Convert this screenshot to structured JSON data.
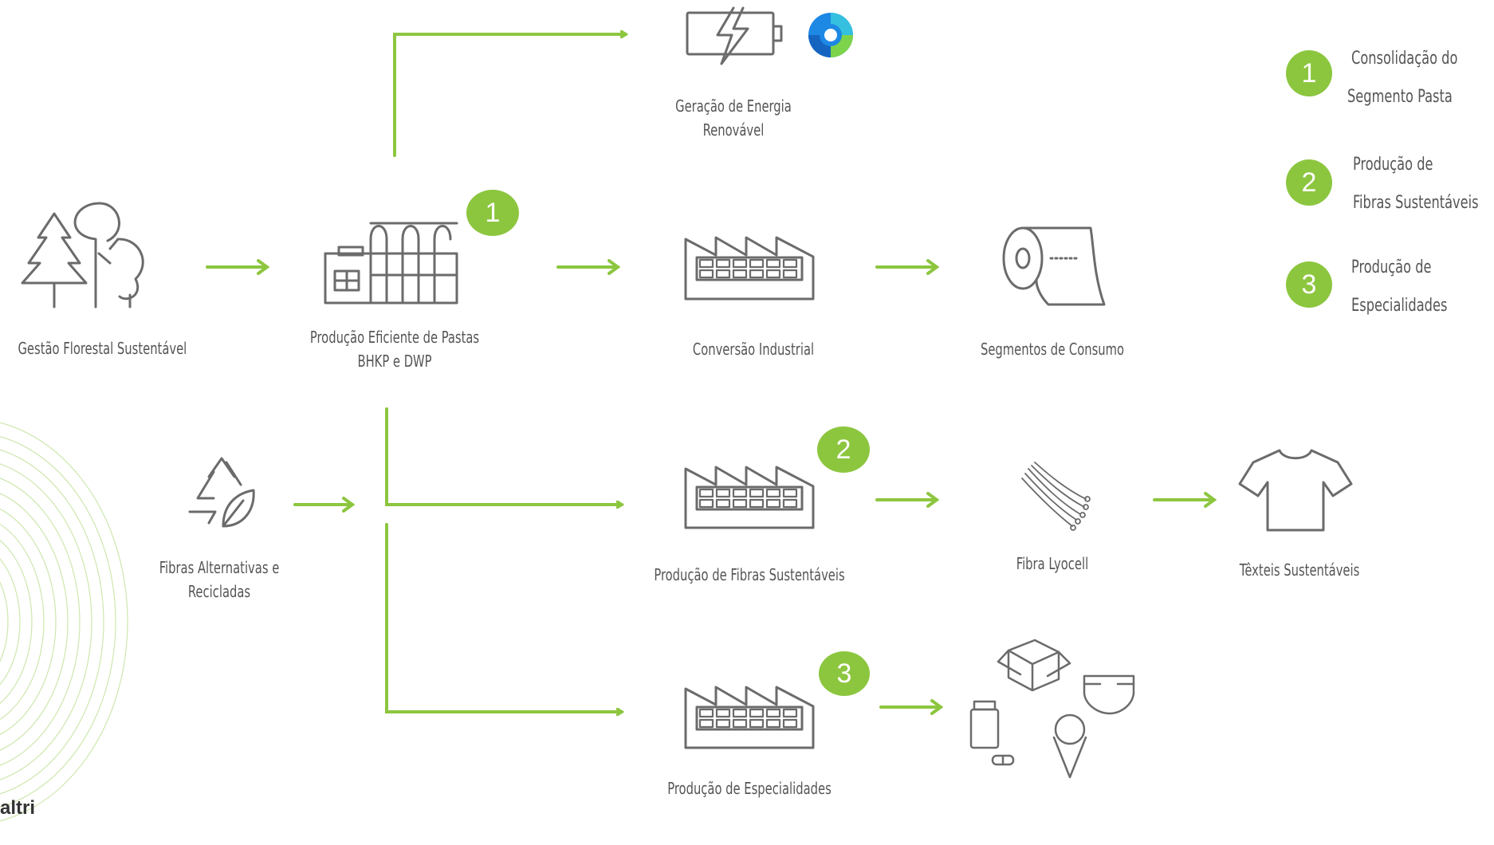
{
  "colors": {
    "accent": "#8cc63f",
    "icon_stroke": "#6b6b6b",
    "text": "#555555"
  },
  "nodes": [
    {
      "id": "forest",
      "icon": "forest-trees-icon",
      "label": "Gestão Florestal Sustentável"
    },
    {
      "id": "pulp",
      "icon": "pulp-mill-icon",
      "label": "Produção Eficiente de Pastas BHKP e DWP"
    },
    {
      "id": "energy",
      "icon": "battery-energy-icon",
      "label": "Geração de Energia Renovável"
    },
    {
      "id": "conversion",
      "icon": "factory-icon",
      "label": "Conversão Industrial"
    },
    {
      "id": "consumer",
      "icon": "paper-roll-icon",
      "label": "Segmentos de Consumo"
    },
    {
      "id": "recycled",
      "icon": "recycle-leaf-icon",
      "label": "Fibras Alternativas e Recicladas"
    },
    {
      "id": "fibers",
      "icon": "factory-icon",
      "label": "Produção de Fibras Sustentáveis"
    },
    {
      "id": "lyocell",
      "icon": "fiber-strands-icon",
      "label": "Fibra Lyocell"
    },
    {
      "id": "textiles",
      "icon": "tshirt-icon",
      "label": "Têxteis Sustentáveis"
    },
    {
      "id": "specialties",
      "icon": "factory-icon",
      "label": "Produção de Especialidades"
    },
    {
      "id": "products",
      "icon": "specialty-products-icon",
      "label": ""
    }
  ],
  "badges": [
    {
      "number": "1",
      "node": "pulp"
    },
    {
      "number": "2",
      "node": "fibers"
    },
    {
      "number": "3",
      "node": "specialties"
    }
  ],
  "legend": [
    {
      "number": "1",
      "line1": "Consolidação do",
      "line2": "Segmento Pasta"
    },
    {
      "number": "2",
      "line1": "Produção de",
      "line2": "Fibras Sustentáveis"
    },
    {
      "number": "3",
      "line1": "Produção de",
      "line2": "Especialidades"
    }
  ],
  "logo_text": "altri"
}
